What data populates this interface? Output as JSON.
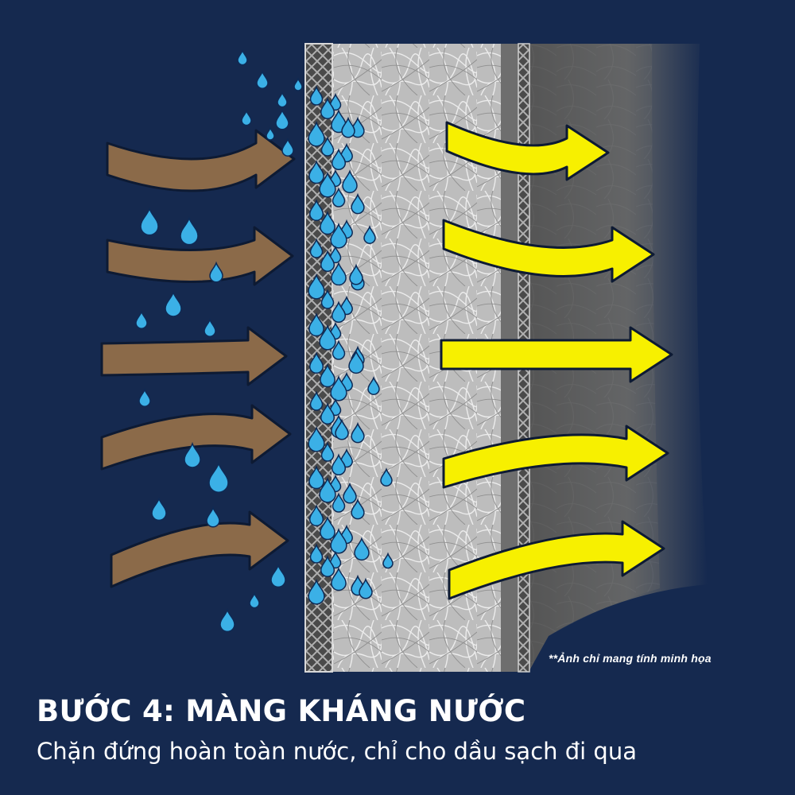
{
  "caption": {
    "note": "**Ảnh chỉ mang tính minh họa",
    "title": "BƯỚC 4: MÀNG KHÁNG NƯỚC",
    "subtitle": "Chặn đứng hoàn toàn nước, chỉ cho dầu sạch đi qua"
  },
  "colors": {
    "background": "#15294f",
    "dirty_oil_arrow": "#8b6a49",
    "clean_oil_arrow": "#f7f000",
    "water_drop": "#3bb0e6",
    "filter_media": "#b9b9b9",
    "mesh": "#8a8a8a"
  },
  "diagram": {
    "incoming_arrows": 5,
    "outgoing_arrows": 5,
    "icons": [
      "water-drop-icon",
      "dirty-oil-arrow-icon",
      "clean-oil-arrow-icon",
      "filter-mesh-icon",
      "fiber-media-icon"
    ]
  }
}
